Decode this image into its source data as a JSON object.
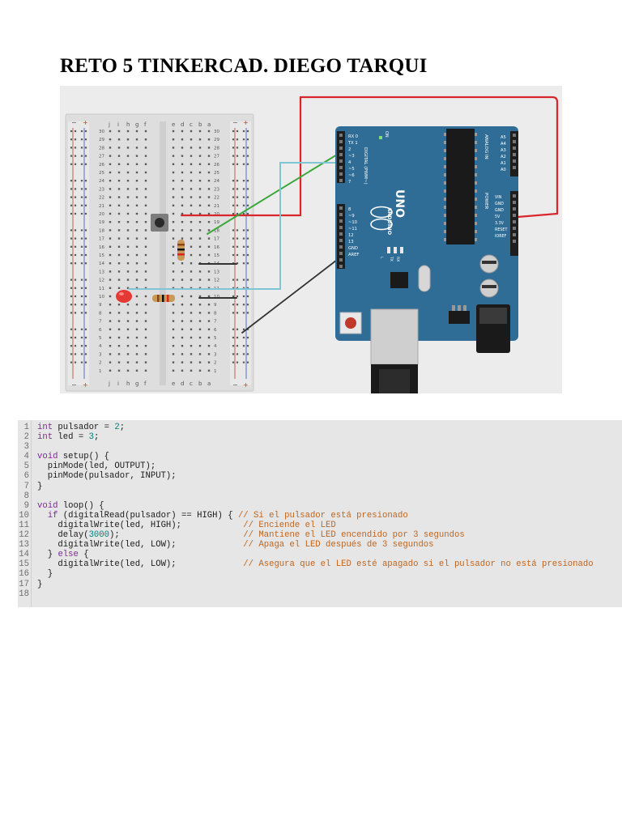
{
  "title": "RETO 5 TINKERCAD. DIEGO TARQUI",
  "figure": {
    "breadboard": {
      "column_letters_top": [
        "j",
        "i",
        "h",
        "g",
        "f",
        "e",
        "d",
        "c",
        "b",
        "a"
      ],
      "row_numbers": [
        "30",
        "29",
        "28",
        "27",
        "26",
        "25",
        "24",
        "23",
        "22",
        "21",
        "20",
        "19",
        "18",
        "17",
        "16",
        "15",
        "14",
        "13",
        "12",
        "11",
        "10",
        "9",
        "8",
        "7",
        "6",
        "5",
        "4",
        "3",
        "2",
        "1"
      ],
      "rail_minus": "−",
      "rail_plus": "+"
    },
    "arduino": {
      "model": "UNO",
      "brand": "ARDUINO",
      "digital_label": "DIGITAL (PWM~)",
      "analog_label": "ANALOG IN",
      "power_label": "POWER",
      "on_label": "ON",
      "tx_label": "TX",
      "rx_label": "RX",
      "l_label": "L",
      "digital_pins": [
        "RX 0",
        "TX 1",
        "2",
        "~3",
        "4",
        "~5",
        "~6",
        "7",
        "8",
        "~9",
        "~10",
        "~11",
        "12",
        "13",
        "GND",
        "AREF"
      ],
      "analog_pins": [
        "A5",
        "A4",
        "A3",
        "A2",
        "A1",
        "A0"
      ],
      "power_pins": [
        "VIN",
        "GND",
        "GND",
        "5V",
        "3.3V",
        "RESET",
        "IOREF"
      ]
    }
  },
  "code": {
    "lines": [
      {
        "n": "1",
        "parts": [
          {
            "t": "kw",
            "v": "int"
          },
          {
            "t": "txt",
            "v": " pulsador = "
          },
          {
            "t": "num",
            "v": "2"
          },
          {
            "t": "txt",
            "v": ";"
          }
        ]
      },
      {
        "n": "2",
        "parts": [
          {
            "t": "kw",
            "v": "int"
          },
          {
            "t": "txt",
            "v": " led = "
          },
          {
            "t": "num",
            "v": "3"
          },
          {
            "t": "txt",
            "v": ";"
          }
        ]
      },
      {
        "n": "3",
        "parts": []
      },
      {
        "n": "4",
        "parts": [
          {
            "t": "kw",
            "v": "void"
          },
          {
            "t": "txt",
            "v": " setup() {"
          }
        ]
      },
      {
        "n": "5",
        "parts": [
          {
            "t": "txt",
            "v": "  pinMode(led, OUTPUT);"
          }
        ]
      },
      {
        "n": "6",
        "parts": [
          {
            "t": "txt",
            "v": "  pinMode(pulsador, INPUT);"
          }
        ]
      },
      {
        "n": "7",
        "parts": [
          {
            "t": "txt",
            "v": "}"
          }
        ]
      },
      {
        "n": "8",
        "parts": []
      },
      {
        "n": "9",
        "parts": [
          {
            "t": "kw",
            "v": "void"
          },
          {
            "t": "txt",
            "v": " loop() {"
          }
        ]
      },
      {
        "n": "10",
        "parts": [
          {
            "t": "txt",
            "v": "  "
          },
          {
            "t": "kw",
            "v": "if"
          },
          {
            "t": "txt",
            "v": " (digitalRead(pulsador) == HIGH) { "
          },
          {
            "t": "cmt",
            "v": "// Si el pulsador está presionado"
          }
        ]
      },
      {
        "n": "11",
        "parts": [
          {
            "t": "txt",
            "v": "    digitalWrite(led, HIGH);            "
          },
          {
            "t": "cmt",
            "v": "// Enciende el LED"
          }
        ]
      },
      {
        "n": "12",
        "parts": [
          {
            "t": "txt",
            "v": "    delay("
          },
          {
            "t": "num",
            "v": "3000"
          },
          {
            "t": "txt",
            "v": ");                        "
          },
          {
            "t": "cmt",
            "v": "// Mantiene el LED encendido por 3 segundos"
          }
        ]
      },
      {
        "n": "13",
        "parts": [
          {
            "t": "txt",
            "v": "    digitalWrite(led, LOW);             "
          },
          {
            "t": "cmt",
            "v": "// Apaga el LED después de 3 segundos"
          }
        ]
      },
      {
        "n": "14",
        "parts": [
          {
            "t": "txt",
            "v": "  } "
          },
          {
            "t": "kw",
            "v": "else"
          },
          {
            "t": "txt",
            "v": " {"
          }
        ]
      },
      {
        "n": "15",
        "parts": [
          {
            "t": "txt",
            "v": "    digitalWrite(led, LOW);             "
          },
          {
            "t": "cmt",
            "v": "// Asegura que el LED esté apagado si el pulsador no está presionado"
          }
        ]
      },
      {
        "n": "16",
        "parts": [
          {
            "t": "txt",
            "v": "  }"
          }
        ]
      },
      {
        "n": "17",
        "parts": [
          {
            "t": "txt",
            "v": "}"
          }
        ]
      },
      {
        "n": "18",
        "parts": []
      }
    ]
  },
  "colors": {
    "board_blue": "#2f6d96",
    "wire_red": "#d9262c",
    "wire_green": "#3aa83a",
    "wire_cyan": "#7cc6d6",
    "wire_dark": "#333333",
    "keyword": "#7a2a8f",
    "number": "#008080",
    "comment": "#c0651e"
  }
}
